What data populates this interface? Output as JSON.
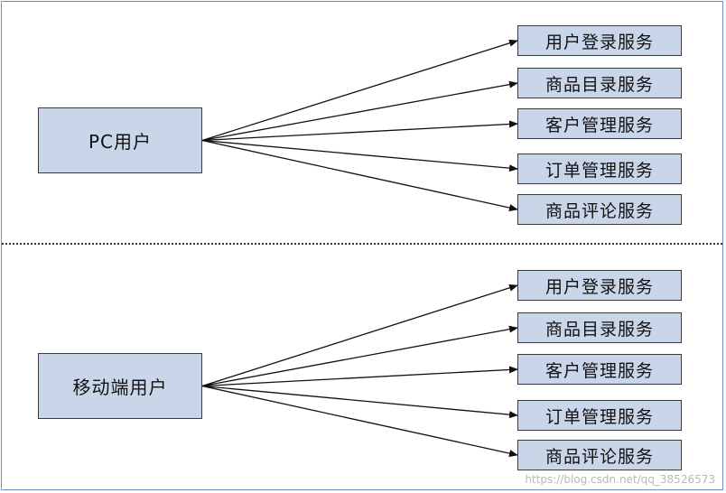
{
  "diagram": {
    "groups": [
      {
        "source": "PC用户",
        "services": [
          "用户登录服务",
          "商品目录服务",
          "客户管理服务",
          "订单管理服务",
          "商品评论服务"
        ]
      },
      {
        "source": "移动端用户",
        "services": [
          "用户登录服务",
          "商品目录服务",
          "客户管理服务",
          "订单管理服务",
          "商品评论服务"
        ]
      }
    ],
    "watermark": "https://blog.csdn.net/qq_38526573"
  },
  "colors": {
    "box_fill": "#c9d6ea",
    "box_border": "#3b3b3b",
    "arrow": "#111111",
    "frame": "#6f8fbf"
  }
}
